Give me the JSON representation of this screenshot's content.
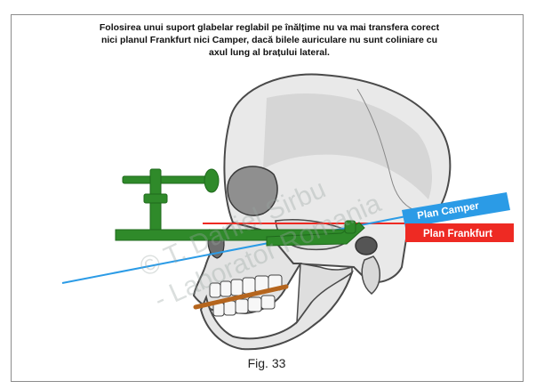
{
  "caption": {
    "line1": "Folosirea unui suport glabelar reglabil pe înălțime nu va mai transfera corect",
    "line2": "nici planul Frankfurt nici Camper, dacă bilele auriculare nu sunt coliniare cu",
    "line3": "axul lung al brațului lateral."
  },
  "figure_label": "Fig. 33",
  "planes": {
    "camper": {
      "label": "Plan Camper",
      "color": "#2b9be6"
    },
    "frankfurt": {
      "label": "Plan Frankfurt",
      "color": "#ee2a23"
    }
  },
  "device_color": "#2f8a2a",
  "occlusal_color": "#b5651d",
  "watermark": {
    "line1": "© T. Daniel Sirbu",
    "line2": "- Laborator Romania"
  }
}
